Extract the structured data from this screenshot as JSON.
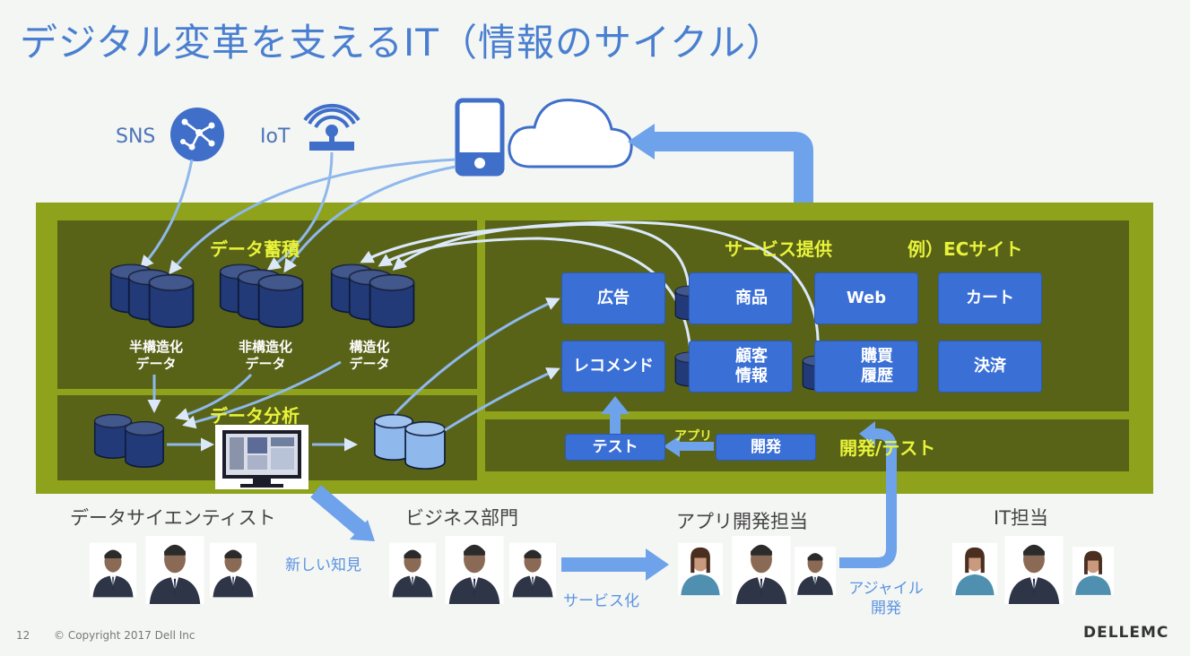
{
  "slide": {
    "title": "デジタル変革を支えるIT（情報のサイクル）",
    "page_number": "12",
    "copyright": "© Copyright 2017 Dell Inc",
    "logo": "DELLEMC"
  },
  "sources": {
    "sns": "SNS",
    "iot": "IoT"
  },
  "sections": {
    "data_storage": "データ蓄積",
    "data_analysis": "データ分析",
    "service": "サービス提供",
    "service_example": "例）ECサイト",
    "dev_test_partial_1": "アプリ",
    "dev_test_partial_2": "開発/テスト"
  },
  "databases": {
    "semi_structured": "半構造化\nデータ",
    "unstructured": "非構造化\nデータ",
    "structured": "構造化\nデータ"
  },
  "service_boxes": {
    "ad": "広告",
    "product": "商品",
    "web": "Web",
    "cart": "カート",
    "recommend": "レコメンド",
    "customer": "顧客\n情報",
    "purchase": "購買\n履歴",
    "payment": "決済",
    "test": "テスト",
    "develop": "開発"
  },
  "roles": {
    "data_scientist": "データサイエンティスト",
    "business": "ビジネス部門",
    "app_dev": "アプリ開発担当",
    "it": "IT担当"
  },
  "flows": {
    "new_insight": "新しい知見",
    "servicize": "サービス化",
    "agile": "アジャイル\n開発"
  },
  "colors": {
    "title": "#4a7fd0",
    "panel_olive": "#8ea21b",
    "panel_dark": "#586318",
    "box_blue": "#3a6fd6",
    "arrow_blue": "#6ea2ea",
    "section_label": "#e9f33a",
    "db_navy": "#223a78",
    "db_light": "#8fb8ec"
  },
  "icons": [
    "network-icon",
    "antenna-icon",
    "smartphone-icon",
    "cloud-icon",
    "database-icon",
    "monitor-icon",
    "person-icon"
  ]
}
